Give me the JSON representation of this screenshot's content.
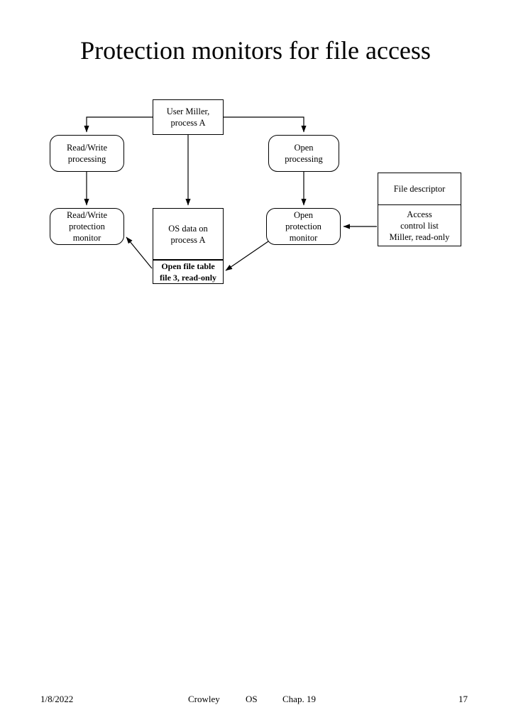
{
  "slide": {
    "title": "Protection monitors for file access"
  },
  "diagram": {
    "nodes": {
      "user_miller": {
        "lines": [
          "User Miller,",
          "process A"
        ]
      },
      "rw_processing": {
        "lines": [
          "Read/Write",
          "processing"
        ]
      },
      "open_processing": {
        "lines": [
          "Open",
          "processing"
        ]
      },
      "rw_monitor": {
        "lines": [
          "Read/Write",
          "protection",
          "monitor"
        ]
      },
      "os_data": {
        "lines": [
          "OS data on",
          "process A"
        ]
      },
      "open_file_table": {
        "lines": [
          "Open file table",
          "file 3, read-only"
        ]
      },
      "open_monitor": {
        "lines": [
          "Open",
          "protection",
          "monitor"
        ]
      },
      "file_descriptor": {
        "lines": [
          "File descriptor"
        ]
      },
      "access_control_list": {
        "lines": [
          "Access",
          "control list",
          "Miller, read-only"
        ]
      }
    },
    "stroke_color": "#000000"
  },
  "footer": {
    "date": "1/8/2022",
    "author": "Crowley",
    "course": "OS",
    "chapter": "Chap. 19",
    "page_number": "17"
  }
}
